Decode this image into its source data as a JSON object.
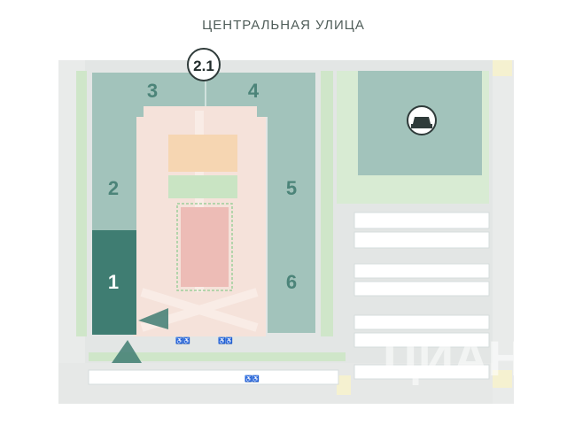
{
  "street_name": "ЦЕНТРАЛЬНАЯ УЛИЦА",
  "section_marker": "2.1",
  "buildings": [
    {
      "label": "1",
      "selected": true
    },
    {
      "label": "2",
      "selected": false
    },
    {
      "label": "3",
      "selected": false
    },
    {
      "label": "4",
      "selected": false
    },
    {
      "label": "5",
      "selected": false
    },
    {
      "label": "6",
      "selected": false
    }
  ],
  "parking_icon": "car-icon",
  "accessibility_icon": "wheelchair-icon",
  "entrance_icon": "entrance-beam-icon",
  "watermark_text": "ЦИАН",
  "colors": {
    "building": "#a2c3bb",
    "building_selected": "#3f7d72",
    "building_label": "#4c8479",
    "ground": "#e3e6e5",
    "grass": "#c9e4c3",
    "courtyard": "#f5ddd2",
    "sand": "#f6d6b2",
    "court": "#eebab5",
    "parking_block": "#aab8be"
  }
}
